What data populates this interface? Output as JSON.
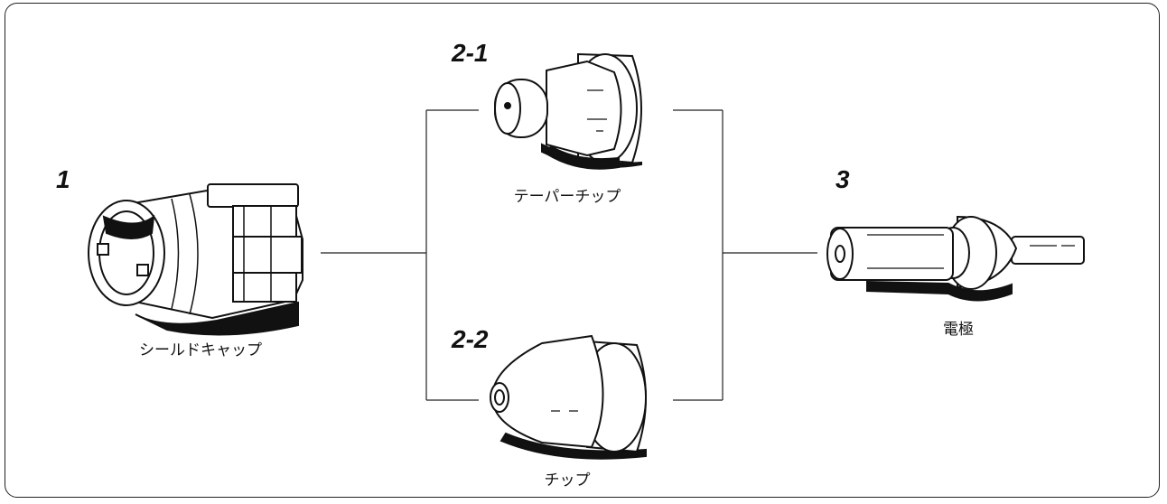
{
  "parts": [
    {
      "id": "p1",
      "number": "1",
      "label": "シールドキャップ"
    },
    {
      "id": "p21",
      "number": "2-1",
      "label": "テーパーチップ"
    },
    {
      "id": "p22",
      "number": "2-2",
      "label": "チップ"
    },
    {
      "id": "p3",
      "number": "3",
      "label": "電極"
    }
  ]
}
